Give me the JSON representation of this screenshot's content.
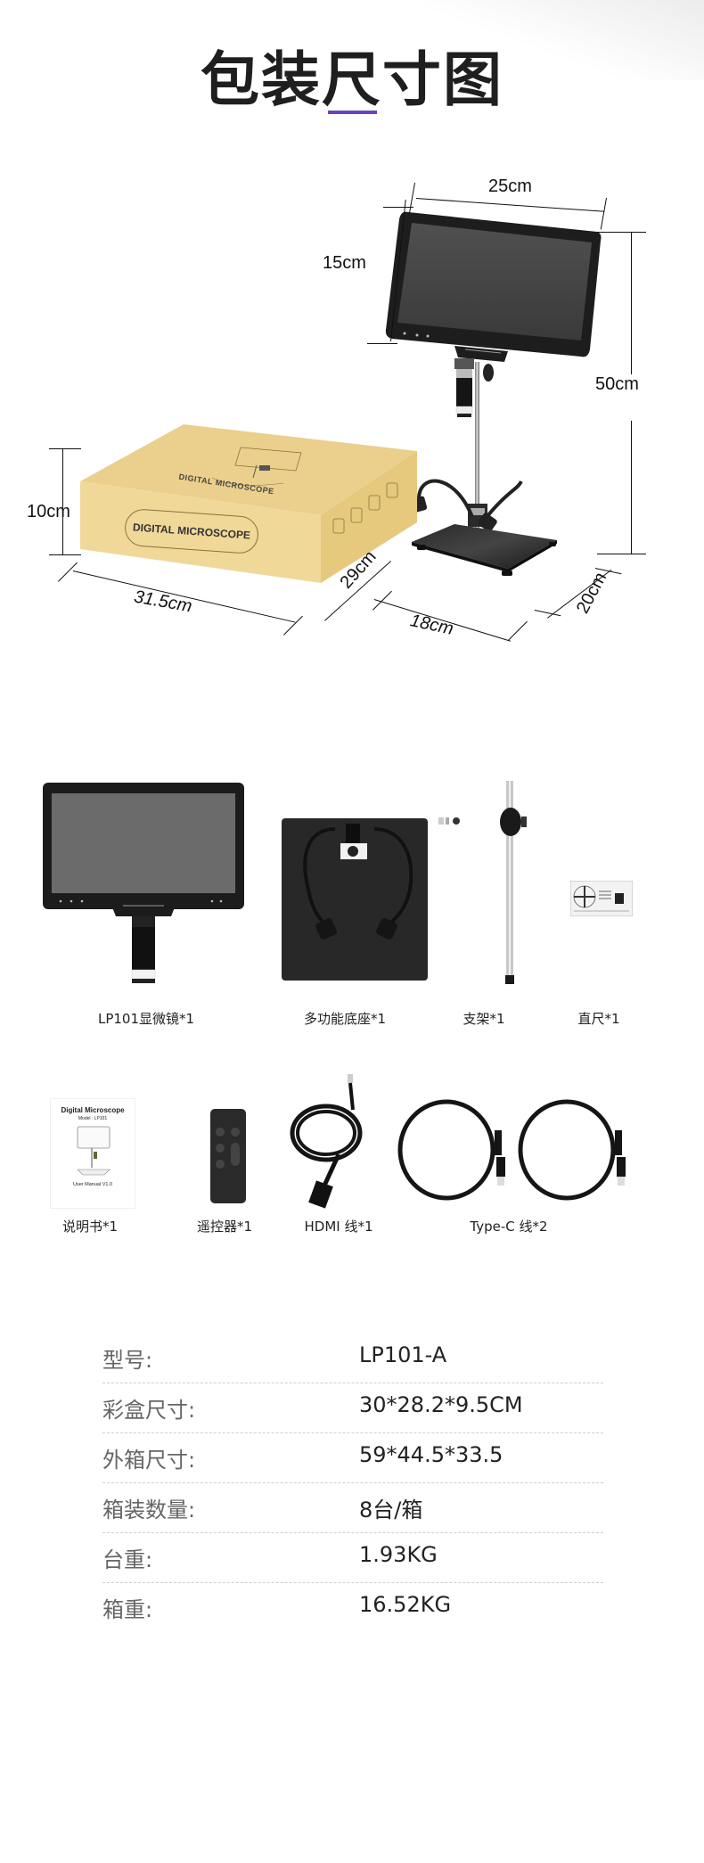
{
  "page": {
    "title": "包装尺寸图",
    "accent_color": "#6a42c2"
  },
  "dimension_diagram": {
    "product_dimensions": {
      "screen_width": "25cm",
      "screen_height": "15cm",
      "total_height": "50cm",
      "base_width": "18cm",
      "base_depth": "20cm"
    },
    "box_dimensions": {
      "height": "10cm",
      "length": "31.5cm",
      "depth": "29cm"
    },
    "box_print": {
      "front_label": "DIGITAL MICROSCOPE",
      "top_label": "DIGITAL MICROSCOPE",
      "color": "#f0d898"
    }
  },
  "accessories": {
    "row1": [
      {
        "label": "LP101显微镜*1",
        "icon": "microscope-display"
      },
      {
        "label": "多功能底座*1",
        "icon": "multi-function-base"
      },
      {
        "label": "支架*1",
        "icon": "stand-pole"
      },
      {
        "label": "直尺*1",
        "icon": "calibration-ruler"
      }
    ],
    "row2": [
      {
        "label": "说明书*1",
        "icon": "user-manual"
      },
      {
        "label": "遥控器*1",
        "icon": "remote-control"
      },
      {
        "label": "HDMI 线*1",
        "icon": "hdmi-cable"
      },
      {
        "label": "Type-C 线*2",
        "icon": "type-c-cable"
      }
    ],
    "manual_cover": {
      "title": "Digital Microscope",
      "model": "Model : LP101",
      "footer": "User Manual  V1.0"
    }
  },
  "specs": [
    {
      "label": "型号:",
      "value": "LP101-A"
    },
    {
      "label": "彩盒尺寸:",
      "value": "30*28.2*9.5CM"
    },
    {
      "label": "外箱尺寸:",
      "value": "59*44.5*33.5"
    },
    {
      "label": "箱装数量:",
      "value": "8台/箱"
    },
    {
      "label": "台重:",
      "value": "1.93KG"
    },
    {
      "label": "箱重:",
      "value": "16.52KG"
    }
  ]
}
